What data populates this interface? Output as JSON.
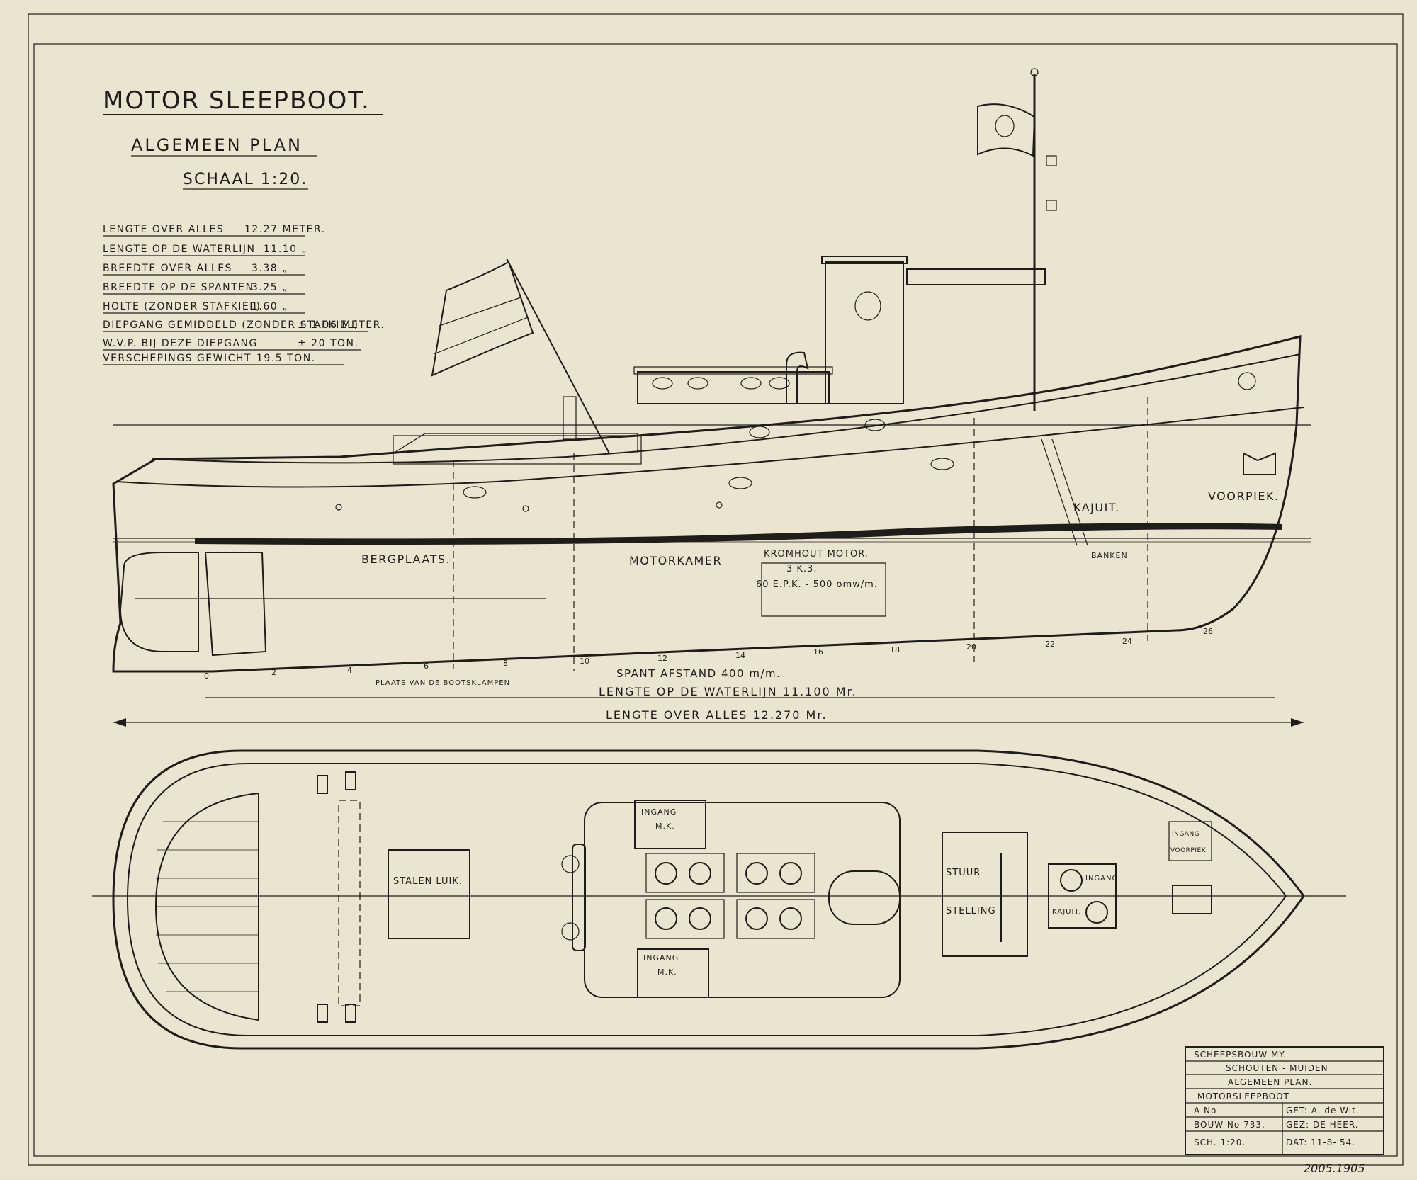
{
  "title": "MOTOR SLEEPBOOT.",
  "subtitle": "ALGEMEEN PLAN",
  "scale": "SCHAAL 1:20.",
  "specs": [
    {
      "label": "LENGTE OVER ALLES",
      "value": "12.27 METER."
    },
    {
      "label": "LENGTE OP DE WATERLIJN",
      "value": "11.10 „"
    },
    {
      "label": "BREEDTE OVER ALLES",
      "value": "3.38 „"
    },
    {
      "label": "BREEDTE OP DE SPANTEN",
      "value": "3.25 „"
    },
    {
      "label": "HOLTE (ZONDER STAFKIEL)",
      "value": "1.60 „"
    },
    {
      "label": "DIEPGANG GEMIDDELD (ZONDER STAFKIEL)",
      "value": "± 1.06 METER."
    },
    {
      "label": "W.V.P. BIJ DEZE DIEPGANG",
      "value": "± 20 TON."
    },
    {
      "label": "VERSCHEPINGS GEWICHT",
      "value": "19.5 TON."
    }
  ],
  "side_view": {
    "compartments": {
      "bergplaats": "BERGPLAATS.",
      "motorkamer": "MOTORKAMER",
      "kajuit": "KAJUIT.",
      "voorpiek": "VOORPIEK.",
      "banken": "BANKEN."
    },
    "engine": [
      "KROMHOUT MOTOR.",
      "3 K.3.",
      "60 E.P.K. - 500 omw/m."
    ],
    "frame_numbers": [
      "0",
      "2",
      "4",
      "6",
      "8",
      "10",
      "12",
      "14",
      "16",
      "18",
      "20",
      "22",
      "24",
      "26"
    ],
    "spant_afstand": "SPANT AFSTAND 400 m/m.",
    "bootsklampen": "PLAATS VAN DE BOOTSKLAMPEN",
    "lengte_waterlijn": "LENGTE OP DE WATERLIJN 11.100 Mr.",
    "lengte_over_alles": "LENGTE OVER ALLES 12.270 Mr."
  },
  "plan_view": {
    "stalen_luik": "STALEN LUIK.",
    "ingang_mk": [
      "INGANG",
      "M.K."
    ],
    "ingang_mk_2": [
      "INGANG",
      "M.K."
    ],
    "stuurstelling": [
      "STUUR-",
      "STELLING"
    ],
    "ingang_kajuit": [
      "INGANG",
      "KAJUIT."
    ],
    "ingang_voorpiek": [
      "INGANG",
      "VOORPIEK"
    ]
  },
  "title_block": {
    "company": "SCHEEPSBOUW MY.",
    "location": "SCHOUTEN - MUIDEN",
    "plan": "ALGEMEEN PLAN.",
    "vessel": "MOTORSLEEPBOOT",
    "a_no": "A No",
    "bouw_no": "BOUW No 733.",
    "sch": "SCH. 1:20.",
    "get": "GET: A. de Wit.",
    "gez": "GEZ: DE HEER.",
    "dat": "DAT: 11-8-'54."
  },
  "archive_number": "2005.1905"
}
